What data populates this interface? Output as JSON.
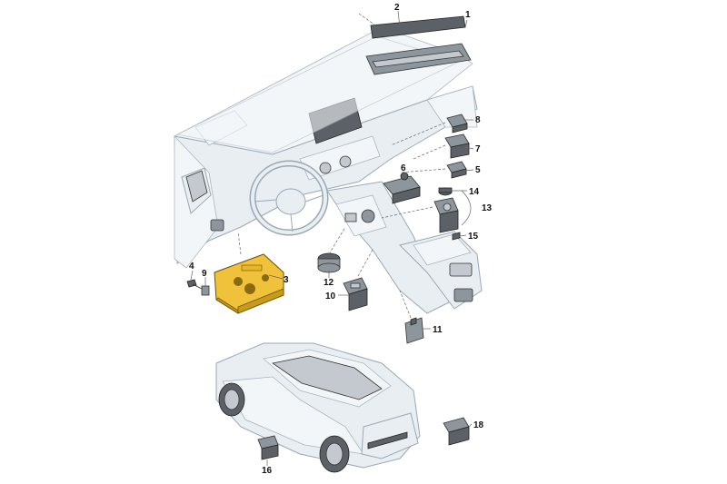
{
  "diagram": {
    "highlight_color": "#f0c23c",
    "callouts": [
      {
        "id": "c1",
        "label": "1"
      },
      {
        "id": "c2",
        "label": "2"
      },
      {
        "id": "c3",
        "label": "3"
      },
      {
        "id": "c4",
        "label": "4"
      },
      {
        "id": "c5",
        "label": "5"
      },
      {
        "id": "c6",
        "label": "6"
      },
      {
        "id": "c7",
        "label": "7"
      },
      {
        "id": "c8",
        "label": "8"
      },
      {
        "id": "c9",
        "label": "9"
      },
      {
        "id": "c10",
        "label": "10"
      },
      {
        "id": "c11",
        "label": "11"
      },
      {
        "id": "c12",
        "label": "12"
      },
      {
        "id": "c13",
        "label": "13"
      },
      {
        "id": "c14",
        "label": "14"
      },
      {
        "id": "c15",
        "label": "15"
      },
      {
        "id": "c16",
        "label": "16"
      },
      {
        "id": "c18",
        "label": "18"
      }
    ]
  }
}
